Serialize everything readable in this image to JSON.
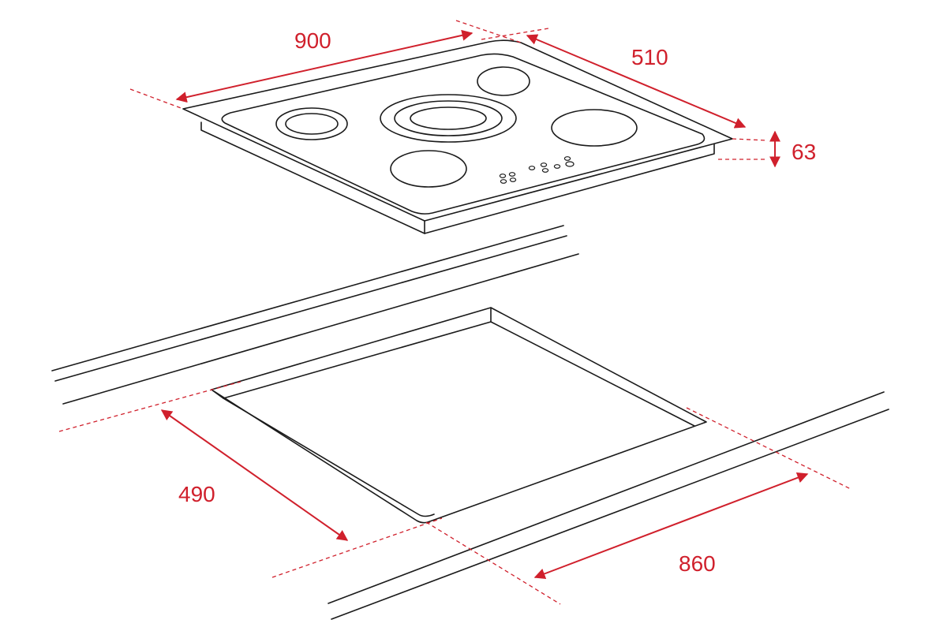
{
  "accent_color": "#d0202c",
  "line_color": "#1a1a1a",
  "dimensions": {
    "width": "900",
    "depth": "510",
    "height": "63",
    "cutout_depth": "490",
    "cutout_width": "860"
  }
}
